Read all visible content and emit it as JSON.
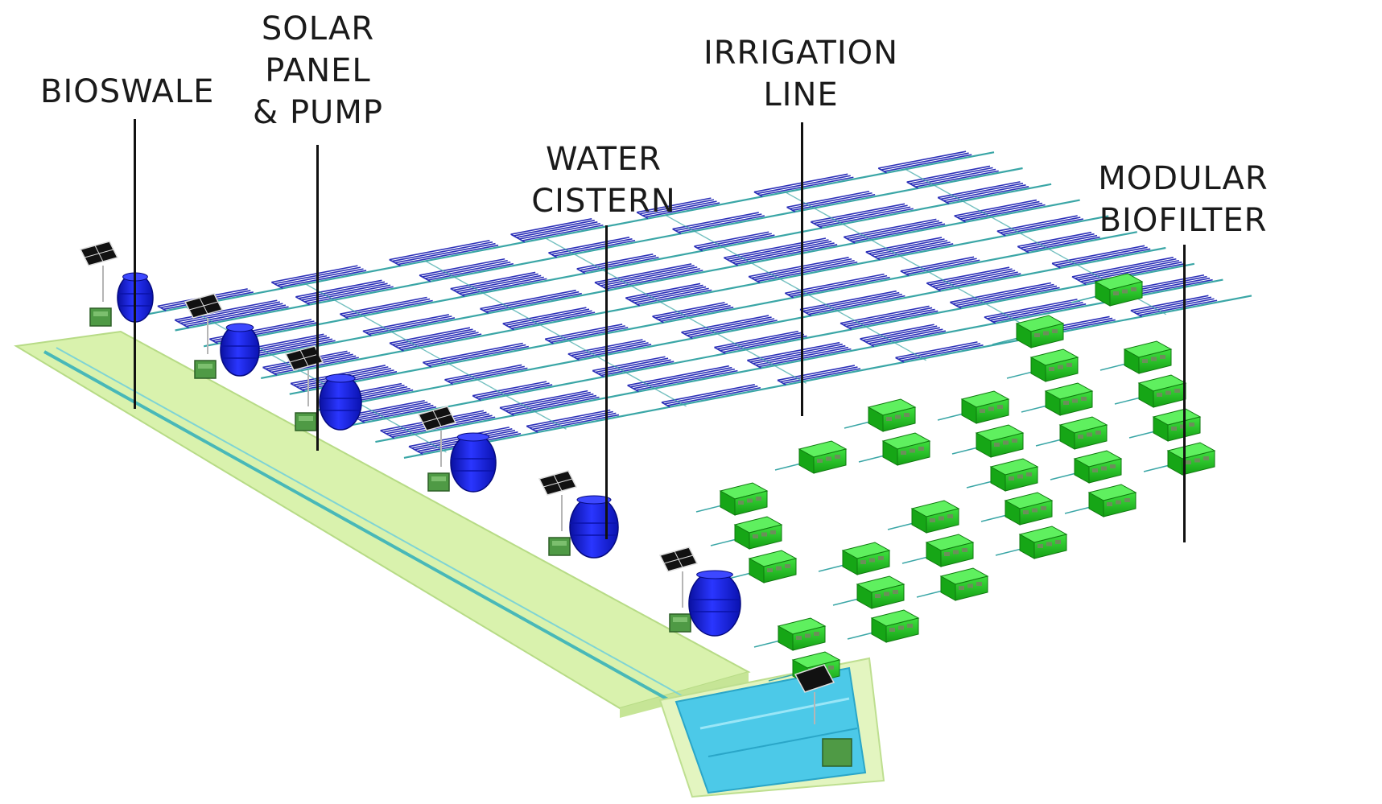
{
  "labels": {
    "bioswale": [
      "BIOSWALE"
    ],
    "solar": [
      "SOLAR",
      "PANEL",
      "& PUMP"
    ],
    "cistern": [
      "WATER",
      "CISTERN"
    ],
    "irrigation": [
      "IRRIGATION",
      "LINE"
    ],
    "biofilter": [
      "MODULAR",
      "BIOFILTER"
    ]
  },
  "colors": {
    "pipe": "#2b2fb8",
    "main_pipe": "#3aa6a6",
    "tank": "#1a24e0",
    "swale_grass": "#d6f0a8",
    "swale_water": "#4cc9e8",
    "biofilter": "#1ec81e",
    "pump": "#4f9a45"
  }
}
